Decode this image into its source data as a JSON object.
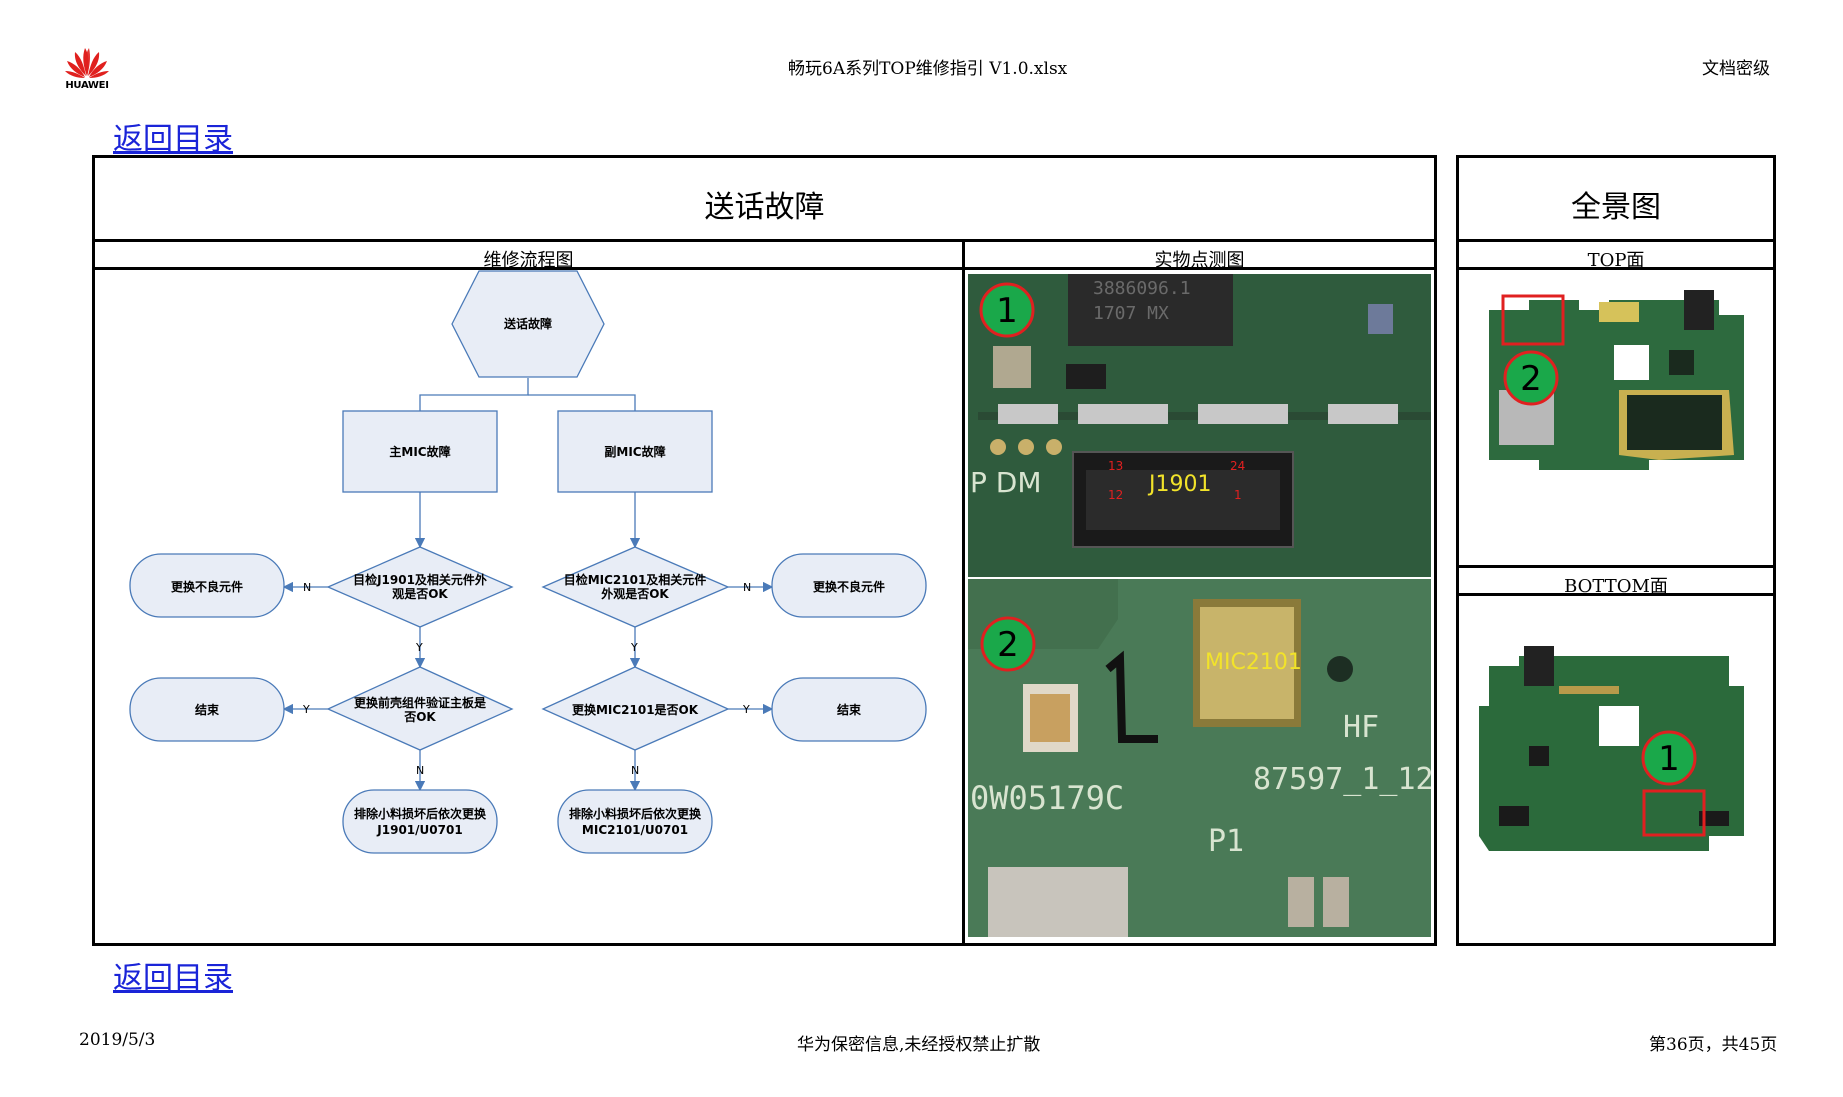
{
  "header": {
    "logo_text": "HUAWEI",
    "file_title": "畅玩6A系列TOP维修指引 V1.0.xlsx",
    "security_label": "文档密级"
  },
  "nav": {
    "back_to_toc_top": "返回目录",
    "back_to_toc_bottom": "返回目录"
  },
  "main_panel": {
    "title": "送话故障",
    "flowchart_header": "维修流程图",
    "photo_header": "实物点测图"
  },
  "overview_panel": {
    "title": "全景图",
    "top_header": "TOP面",
    "bottom_header": "BOTTOM面"
  },
  "flowchart": {
    "start": "送话故障",
    "main_mic": "主MIC故障",
    "sub_mic": "副MIC故障",
    "check_j1901_line1": "目检J1901及相关元件外",
    "check_j1901_line2": "观是否OK",
    "check_mic_line1": "目检MIC2101及相关元件",
    "check_mic_line2": "外观是否OK",
    "replace_bad_left": "更换不良元件",
    "replace_bad_right": "更换不良元件",
    "replace_shell_line1": "更换前壳组件验证主板是",
    "replace_shell_line2": "否OK",
    "replace_mic": "更换MIC2101是否OK",
    "end_left": "结束",
    "end_right": "结束",
    "exclude_left_line1": "排除小料损坏后依次更换",
    "exclude_left_line2": "J1901/U0701",
    "exclude_right_line1": "排除小料损坏后依次更换",
    "exclude_right_line2": "MIC2101/U0701",
    "label_n": "N",
    "label_y": "Y"
  },
  "photos": {
    "photo1_marker": "1",
    "photo1_label": "J1901",
    "photo1_chip_line1": "3886096.1",
    "photo1_chip_line2": "1707  MX",
    "photo1_silk": "P DM",
    "pin_13": "13",
    "pin_24": "24",
    "pin_12": "12",
    "pin_1": "1",
    "photo2_marker": "2",
    "photo2_label": "MIC2101",
    "photo2_silk_hf": "HF",
    "photo2_silk_code": "87597_1_12",
    "photo2_silk_serial": "0W05179C",
    "photo2_silk_p1": "P1"
  },
  "overview": {
    "top_marker": "2",
    "bottom_marker": "1"
  },
  "footer": {
    "date": "2019/5/3",
    "notice": "华为保密信息,未经授权禁止扩散",
    "page": "第36页，共45页"
  },
  "colors": {
    "link": "#1a24d8",
    "flow_fill": "#e8edf6",
    "flow_line": "#4a7ab8",
    "marker_fill": "#1aa84a",
    "marker_ring": "#e02020",
    "pcb": "#2e5a3c"
  }
}
